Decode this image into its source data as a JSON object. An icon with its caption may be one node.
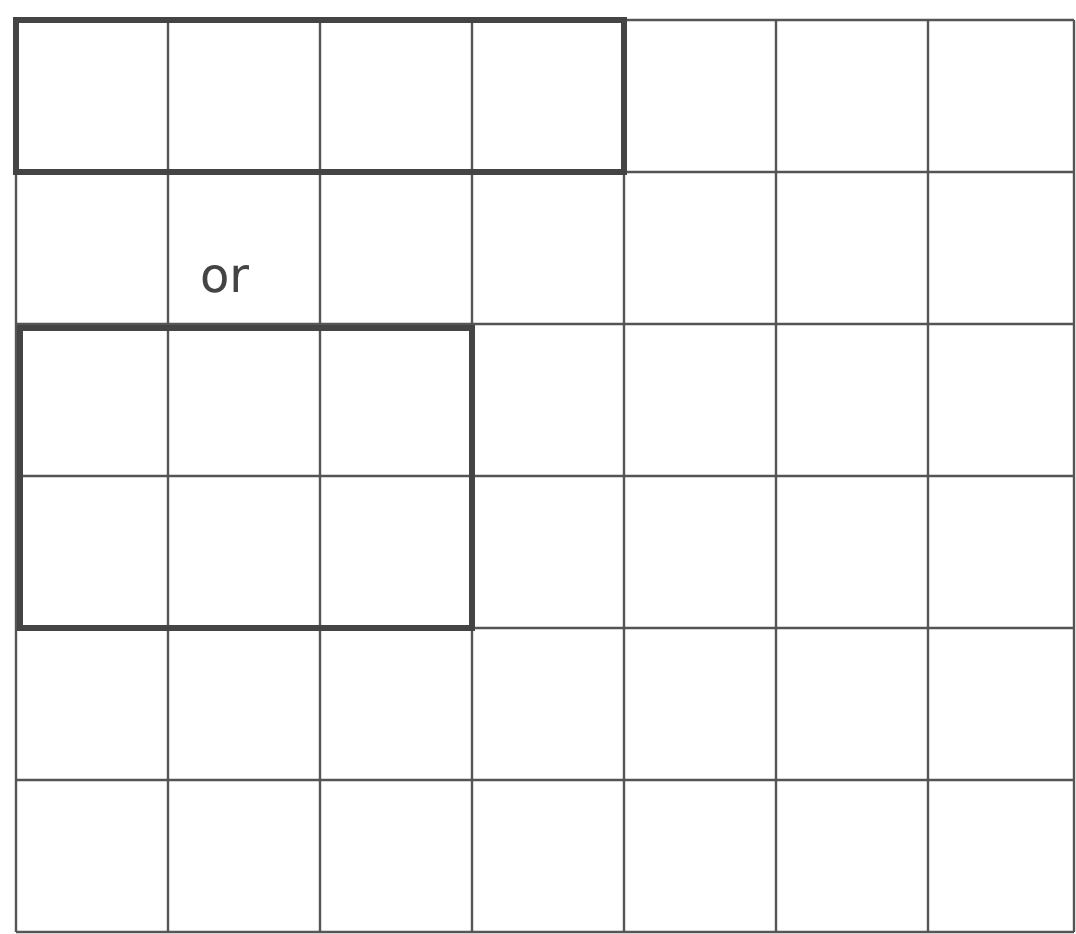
{
  "diagram": {
    "nodes": [
      {
        "text": [],
        "shape": "box"
      },
      {
        "text": [],
        "shape": "box"
      }
    ],
    "labels": [
      "or"
    ]
  }
}
